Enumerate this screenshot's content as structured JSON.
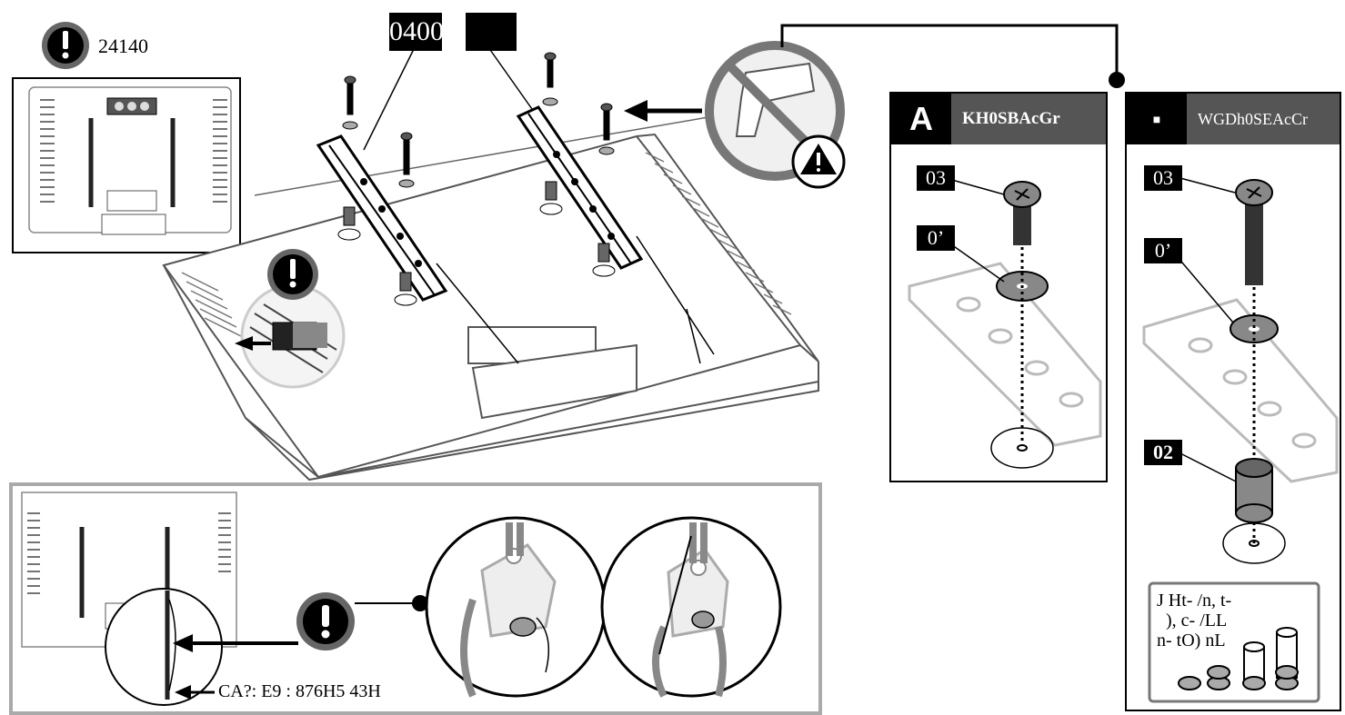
{
  "top_tags": {
    "left": "0400",
    "right": ""
  },
  "warn_top_left": "24140",
  "panel_a": {
    "letter": "A",
    "title": "KH0SBAcGr",
    "tag1": "03",
    "tag2": "0’"
  },
  "panel_b": {
    "letter": "■",
    "title": "WGDh0SEAcCr",
    "tag1": "03",
    "tag2": "0’",
    "tag3": "02"
  },
  "parts_box": {
    "line1": "J Ht- /n, t-",
    "line2": "), c- /LL",
    "line3": "n- tO) nL"
  },
  "bottom_caption": "CA?: E9 : 876H5 43H"
}
